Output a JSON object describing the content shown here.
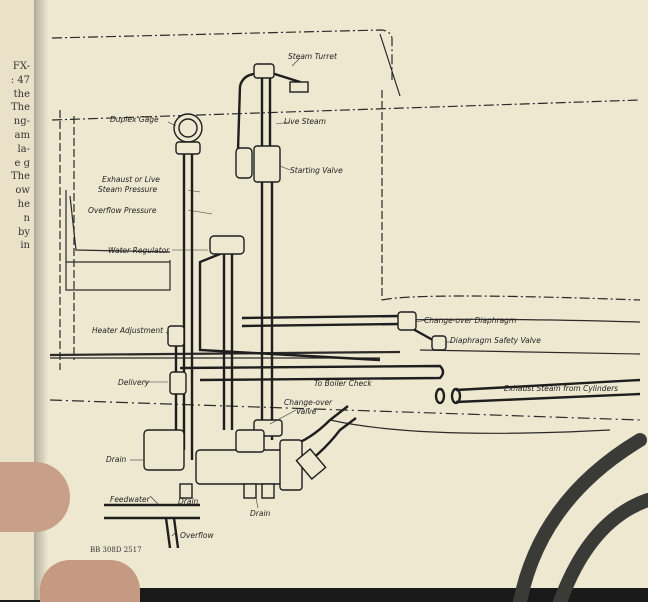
{
  "left_page_text": [
    "FX-",
    ": 47",
    "the",
    "The",
    "ng-",
    "am",
    "la-",
    "e g",
    "The",
    "ow",
    "he",
    "n",
    "by",
    "in"
  ],
  "labels": {
    "steam_turret": "Steam Turret",
    "duplex_gage": "Duplex Gage",
    "live_steam": "Live Steam",
    "starting_valve": "Starting Valve",
    "exhaust_line1": "Exhaust or Live",
    "exhaust_line2": "Steam Pressure",
    "overflow_pressure": "Overflow Pressure",
    "water_regulator": "Water Regulator",
    "change_over_diaphragm": "Change-over Diaphragm",
    "diaphragm_safety_valve": "Diaphragm Safety Valve",
    "heater_adjustment": "Heater Adjustment",
    "delivery": "Delivery",
    "to_boiler_check": "To Boiler Check",
    "exhaust_steam_from_cylinders": "Exhaust Steam from Cylinders",
    "change_over_valve_line1": "Change-over",
    "change_over_valve_line2": "Valve",
    "drain_left": "Drain",
    "feedwater": "Feedwater",
    "drain_mid": "Drain",
    "drain_bottom": "Drain",
    "overflow": "Overflow"
  },
  "footer_code": "BB 308D  2517"
}
